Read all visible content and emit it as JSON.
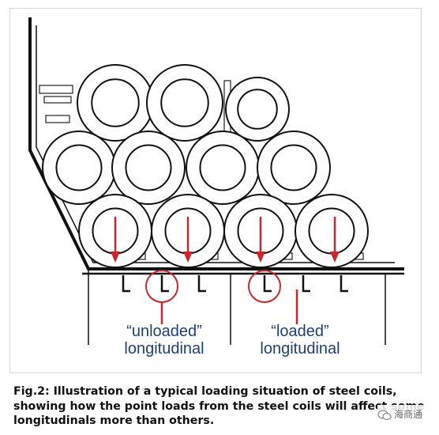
{
  "annotations": {
    "unloaded": "“unloaded”\nlongitudinal",
    "loaded": "“loaded”\nlongitudinal"
  },
  "caption": {
    "line1": "Fig.2: Illustration of a typical loading situation of steel coils,",
    "line2": "showing how the point loads from the steel coils will affect some",
    "line3": "longitudinals more than others."
  },
  "watermark": {
    "left_text": "",
    "right_text": "海商通"
  },
  "colors": {
    "arrow": "#c8282d",
    "annotation_text": "#1f3f7a",
    "line": "#111111"
  },
  "icons": {
    "watermark_logo": "wechat-logo-icon"
  }
}
